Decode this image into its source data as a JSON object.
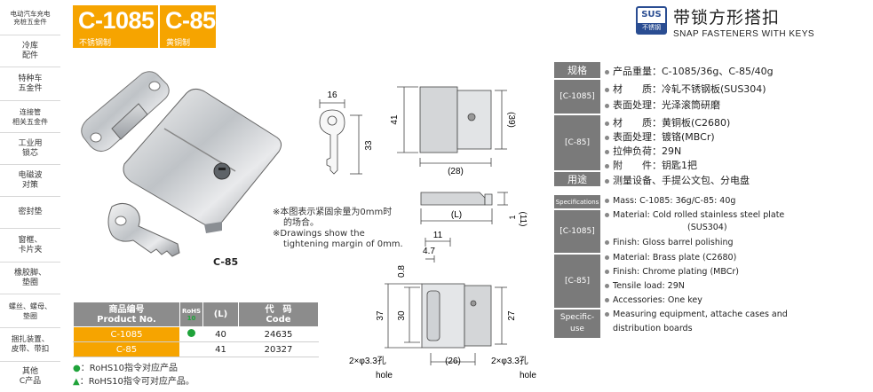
{
  "sidebar": {
    "items": [
      {
        "label": "电动汽车充电\n充桩五金件"
      },
      {
        "label": "冷库\n配件"
      },
      {
        "label": "特种车\n五金件"
      },
      {
        "label": "连接管\n相关五金件"
      },
      {
        "label": "工业用\n锁芯"
      },
      {
        "label": "电磁波\n对策"
      },
      {
        "label": "密封垫"
      },
      {
        "label": "窗框、\n卡片夹"
      },
      {
        "label": "橡胶脚、\n垫圈"
      },
      {
        "label": "螺丝、螺母、\n垫圈"
      },
      {
        "label": "捆扎装置、\n皮带、带扣"
      },
      {
        "label": "其他\nC产品"
      }
    ]
  },
  "models": [
    {
      "code": "C-1085",
      "material": "不锈钢制"
    },
    {
      "code": "C-85",
      "material": "黄铜制"
    }
  ],
  "header": {
    "badge_top": "SUS",
    "badge_bottom": "不锈钢",
    "title_cn": "带锁方形搭扣",
    "title_en": "SNAP FASTENERS WITH KEYS"
  },
  "spec_cn": {
    "rows": [
      {
        "label": "规格",
        "lines": [
          "产品重量：C-1085/36g、C-85/40g"
        ]
      },
      {
        "label": "[C-1085]",
        "lines": [
          "材　　质：冷轧不锈钢板(SUS304)",
          "表面处理：光泽滚筒研磨"
        ]
      },
      {
        "label": "[C-85]",
        "lines": [
          "材　　质：黄铜板(C2680)",
          "表面处理：镀铬(MBCr)",
          "拉伸负荷：29N",
          "附　　件：钥匙1把"
        ]
      },
      {
        "label": "用途",
        "lines": [
          "测量设备、手提公文包、分电盘"
        ]
      }
    ]
  },
  "spec_en": {
    "rows": [
      {
        "label": "Specifications",
        "lines": [
          "Mass: C-1085: 36g/C-85: 40g"
        ]
      },
      {
        "label": "[C-1085]",
        "lines": [
          "Material: Cold rolled stainless steel plate",
          "(SUS304)",
          "Finish: Gloss barrel polishing"
        ]
      },
      {
        "label": "[C-85]",
        "lines": [
          "Material: Brass plate (C2680)",
          "Finish: Chrome plating (MBCr)",
          "Tensile load: 29N",
          "Accessories: One key"
        ]
      },
      {
        "label": "Specific-\nuse",
        "lines": [
          "Measuring equipment, attache cases and",
          "distribution boards"
        ]
      }
    ]
  },
  "product_table": {
    "header": {
      "name": "商品编号\nProduct No.",
      "rohs_top": "RoHS",
      "rohs_bottom": "10",
      "length": "(L)",
      "code": "代　码\nCode"
    },
    "rows": [
      {
        "name": "C-1085",
        "rohs": "●",
        "length": "40",
        "code": "24635"
      },
      {
        "name": "C-85",
        "rohs": "",
        "length": "41",
        "code": "20327"
      }
    ]
  },
  "legend": [
    {
      "symbol": "●",
      "text": "：RoHS10指令对应产品",
      "color": "#1fa33a"
    },
    {
      "symbol": "▲",
      "text": "：RoHS10指令可对应产品。",
      "color": "#1fa33a"
    }
  ],
  "note": {
    "lines": [
      "※本图表示紧固余量为0mm时",
      "的场合。",
      "※Drawings show the",
      "tightening margin of 0mm."
    ]
  },
  "caption": "C-85",
  "dims": {
    "key_width": "16",
    "key_height": "33",
    "top_width": "41",
    "top_inner_height": "(39)",
    "top_bottom_width": "(28)",
    "side_length": "(L)",
    "side_height": "(11)",
    "side_small": "1",
    "front_11": "11",
    "front_47": "4.7",
    "front_08": "0.8",
    "front_30": "30",
    "front_37": "37",
    "front_27": "27",
    "front_26": "(26)",
    "hole_left": "2×φ3.3孔",
    "hole_left_en": "hole",
    "hole_right": "2×φ3.3孔",
    "hole_right_en": "hole"
  },
  "colors": {
    "accent": "#f6a400",
    "label_gray": "#7a7a7a",
    "badge_blue": "#2a4d92",
    "rohs_green": "#1fa33a"
  }
}
